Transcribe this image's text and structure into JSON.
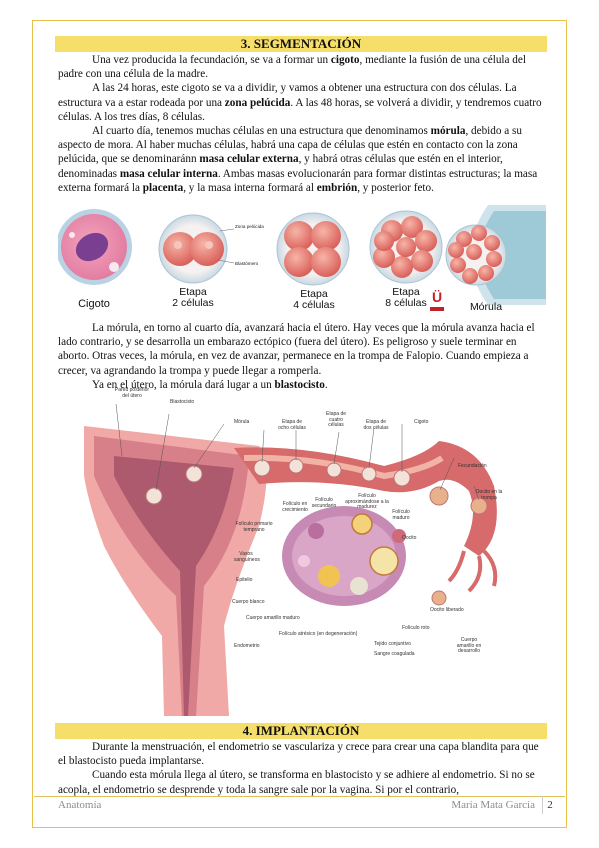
{
  "section3": {
    "title": "3. SEGMENTACIÓN",
    "p1": [
      "Una vez producida la fecundación, se va a formar un ",
      "cigoto",
      ", mediante la fusión de una célula del padre con una célula de la madre."
    ],
    "p2": [
      "A las 24 horas, este cigoto se va a dividir, y vamos a obtener una estructura con dos células. La estructura va a estar rodeada por una ",
      "zona pelúcida",
      ". A las 48 horas, se volverá a dividir, y tendremos cuatro células. A los tres días, 8 células."
    ],
    "p3": [
      "Al cuarto día, tenemos muchas células en una estructura que denominamos ",
      "mórula",
      ", debido a su aspecto de mora. Al haber muchas células, habrá una capa de células que estén en contacto con la zona pelúcida, que se denominaránn ",
      "masa celular externa",
      ", y habrá otras células que estén en el interior, denominadas ",
      "masa celular interna",
      ". Ambas masas evolucionarán para formar distintas estructuras; la masa externa formará la ",
      "placenta",
      ", y la masa interna formará al ",
      "embrión",
      ", y posterior feto."
    ],
    "stages": {
      "cigoto": "Cigoto",
      "dos": [
        "Etapa",
        "2 células"
      ],
      "cuatro": [
        "Etapa",
        "4 células"
      ],
      "ocho": [
        "Etapa",
        "8 células"
      ],
      "morula": "Mórula",
      "logo": "Ü",
      "small_labels": [
        "Zona pelúcida",
        "Blastómero"
      ]
    },
    "p4": "La mórula, en torno al cuarto día, avanzará hacia el útero. Hay veces que la mórula avanza hacia el lado contrario, y se desarrolla un embarazo ectópico (fuera del útero). Es peligroso y suele terminar en aborto. Otras veces, la mórula, en vez de avanzar, permanece en la trompa de Falopio. Cuando empieza a crecer, va agrandando la trompa y puede llegar a romperla.",
    "p5": [
      "Ya en el útero, la mórula dará lugar a un ",
      "blastocisto",
      "."
    ]
  },
  "diagram_labels": {
    "pared": "Pared posterior del útero",
    "blastocisto": "Blastocisto",
    "morula": "Mórula",
    "ocho": "Etapa de ocho células",
    "cuatro": "Etapa de cuatro células",
    "dos": "Etapa de dos células",
    "cigoto": "Cigoto",
    "fecundacion": "Fecundación",
    "oocito_trompa": "Oocito en la trompa",
    "f_crecimiento": "Folículo en crecimiento",
    "f_secundario": "Folículo secundario",
    "f_madurez": "Folículo aproximándose a la madurez",
    "f_maduro": "Folículo maduro",
    "f_primario": "Folículo primario temprano",
    "oocito": "Oocito",
    "vasos": "Vasos sanguíneos",
    "epitelio": "Epitelio",
    "cuerpo_blanco": "Cuerpo blanco",
    "amarillo_maduro": "Cuerpo amarillo maduro",
    "atresico": "Folículo atrésico (en degeneración)",
    "endometrio": "Endometrio",
    "liberado": "Oocito liberado",
    "roto": "Folículo roto",
    "tejido": "Tejido conjuntivo",
    "sangre": "Sangre coagulada",
    "amarillo_desarrollo": "Cuerpo amarillo en desarrollo"
  },
  "section4": {
    "title": "4. IMPLANTACIÓN",
    "p1": "Durante la menstruación, el endometrio se vasculariza y crece para crear una capa blandita para que el blastocisto pueda implantarse.",
    "p2": "Cuando esta mórula llega al útero, se transforma en blastocisto y se adhiere al endometrio. Si no se acopla, el endometrio se desprende y toda la sangre sale por la vagina. Si por el contrario,"
  },
  "footer": {
    "left": "Anatomía",
    "right": "María Mata García",
    "page": "2"
  },
  "colors": {
    "heading_bg": "#f6de6a",
    "frame": "#e8c24a",
    "uterus": "#f0a9a6",
    "tube": "#d76a6a"
  }
}
